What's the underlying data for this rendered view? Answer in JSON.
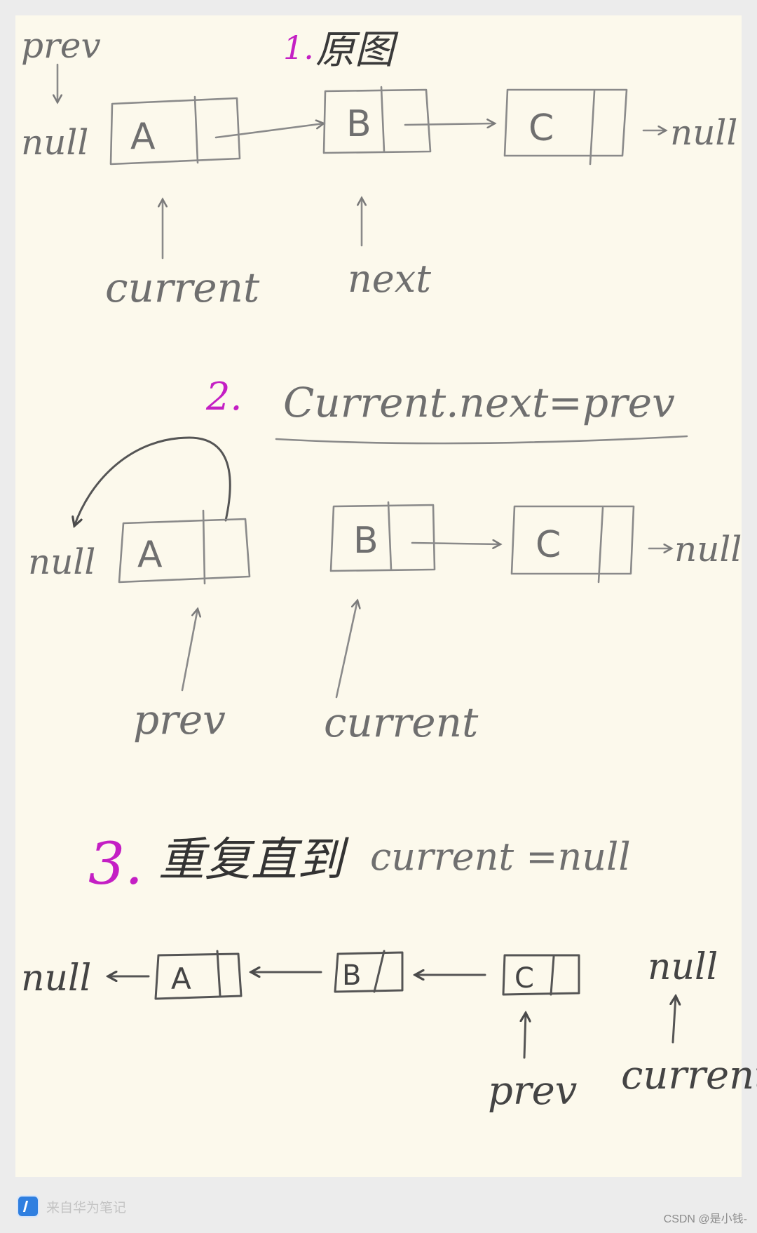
{
  "step1": {
    "number": "1.",
    "title": "原图",
    "prev_label": "prev",
    "null_left": "null",
    "nodes": [
      "A",
      "B",
      "C"
    ],
    "null_right": "null",
    "current_label": "current",
    "next_label": "next"
  },
  "step2": {
    "number": "2.",
    "title": "Current.next=prev",
    "null_left": "null",
    "nodes": [
      "A",
      "B",
      "C"
    ],
    "null_right": "null",
    "prev_label": "prev",
    "current_label": "current"
  },
  "step3": {
    "number": "3.",
    "title_cn": "重复直到",
    "title_expr": "current =null",
    "null_left": "null",
    "nodes": [
      "A",
      "B",
      "C"
    ],
    "null_right": "null",
    "prev_label": "prev",
    "current_label": "current"
  },
  "footer": {
    "icon": "huawei-notes-icon",
    "source_text": "来自华为笔记"
  },
  "watermark": "CSDN @是小钱-",
  "colors": {
    "paper": "#fcf9ec",
    "ink": "#6f6f6f",
    "accent": "#c41fc4"
  }
}
